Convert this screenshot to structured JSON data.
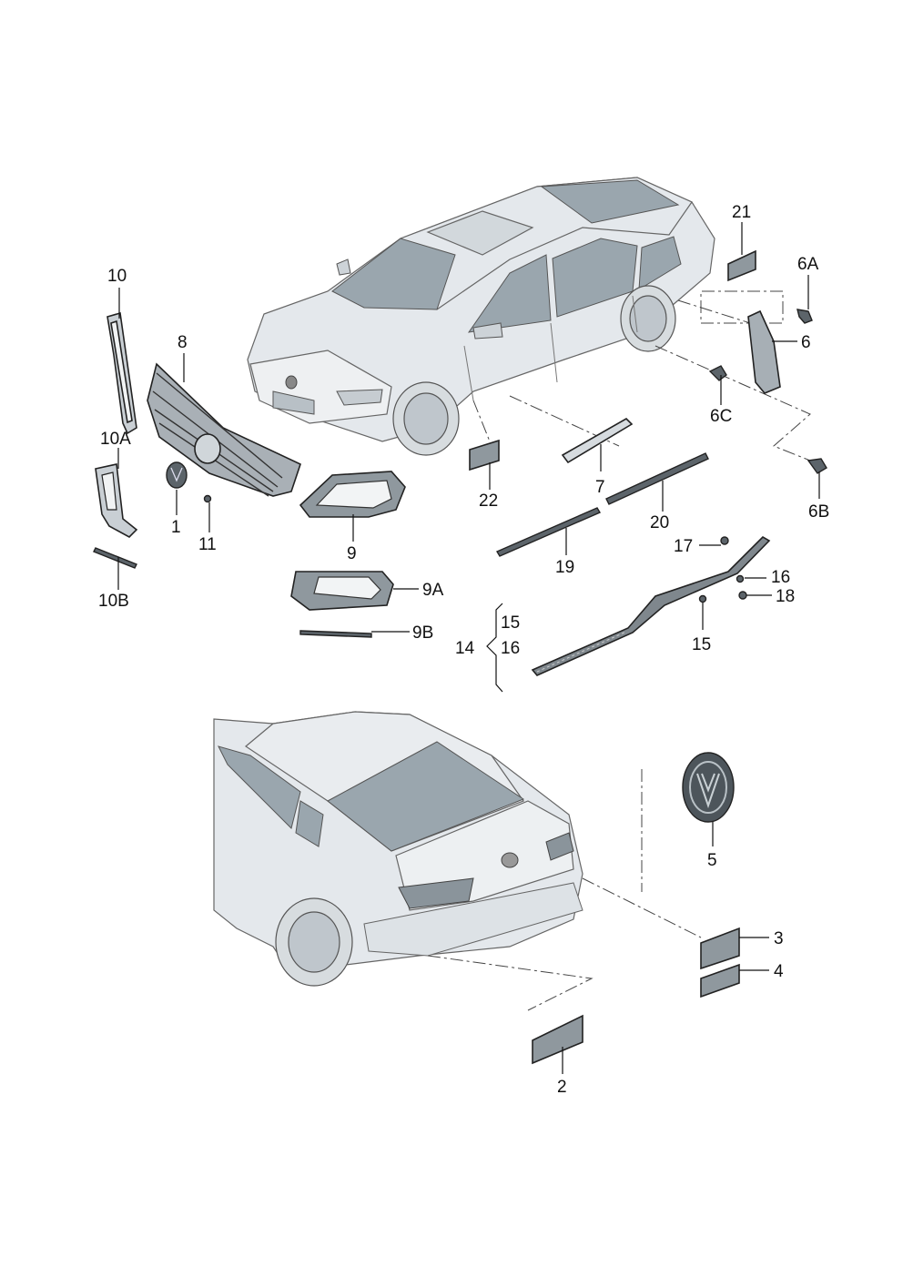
{
  "labels": {
    "l1": "1",
    "l2": "2",
    "l3": "3",
    "l4": "4",
    "l5": "5",
    "l6": "6",
    "l6A": "6A",
    "l6B": "6B",
    "l6C": "6C",
    "l7": "7",
    "l8": "8",
    "l9": "9",
    "l9A": "9A",
    "l9B": "9B",
    "l10": "10",
    "l10A": "10A",
    "l10B": "10B",
    "l11": "11",
    "l14": "14",
    "l15a": "15",
    "l16a": "16",
    "l15b": "15",
    "l16b": "16",
    "l17": "17",
    "l18": "18",
    "l19": "19",
    "l20": "20",
    "l21": "21",
    "l22": "22"
  }
}
